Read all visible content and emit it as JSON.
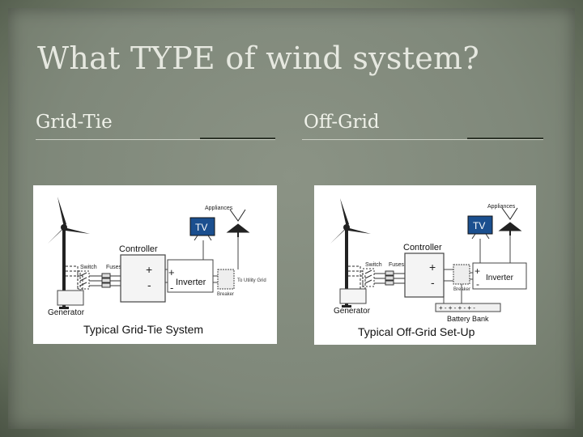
{
  "slide": {
    "title": "What TYPE of wind system?",
    "left_heading": "Grid-Tie",
    "right_heading": "Off-Grid"
  },
  "grid_tie": {
    "caption": "Typical Grid-Tie System",
    "labels": {
      "appliances": "Appliances",
      "tv": "TV",
      "controller": "Controller",
      "switch": "Switch",
      "fuses": "Fuses",
      "inverter": "Inverter",
      "breaker": "Breaker",
      "to_utility": "To Utility Grid",
      "generator": "Generator",
      "plus": "+",
      "minus": "-"
    }
  },
  "off_grid": {
    "caption": "Typical Off-Grid Set-Up",
    "labels": {
      "appliances": "Appliances",
      "tv": "TV",
      "controller": "Controller",
      "switch": "Switch",
      "fuses": "Fuses",
      "inverter": "Inverter",
      "breaker": "Breaker",
      "battery_bank": "Battery Bank",
      "battery_terminals": "+ - + - + - + -",
      "generator": "Generator",
      "plus": "+",
      "minus": "-"
    }
  }
}
